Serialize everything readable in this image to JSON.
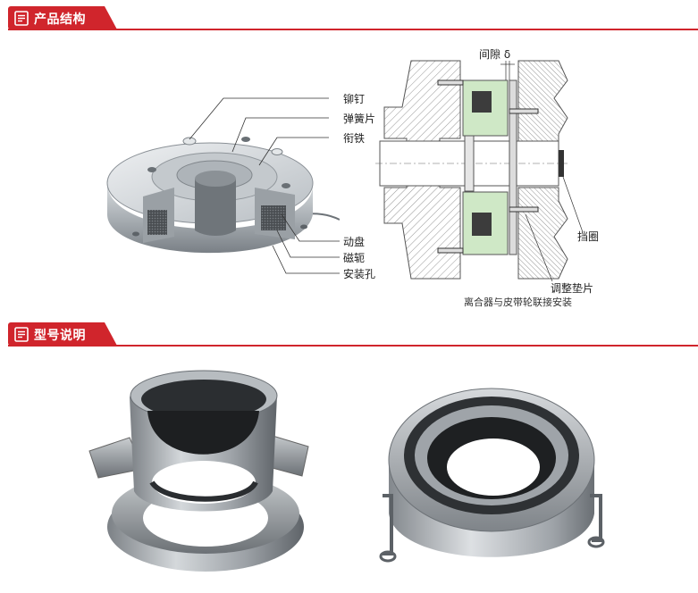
{
  "section1": {
    "title": "产品结构"
  },
  "section2": {
    "title": "型号说明"
  },
  "structure_labels": {
    "rivet": "铆钉",
    "spring": "弹簧片",
    "armature": "衔铁",
    "moving_disc": "动盘",
    "yoke": "磁轭",
    "mount_hole": "安装孔"
  },
  "assembly_labels": {
    "gap": "间隙",
    "gap_symbol": "δ",
    "retaining_ring": "挡圈",
    "shim": "调整垫片",
    "caption": "离合器与皮带轮联接安装"
  }
}
